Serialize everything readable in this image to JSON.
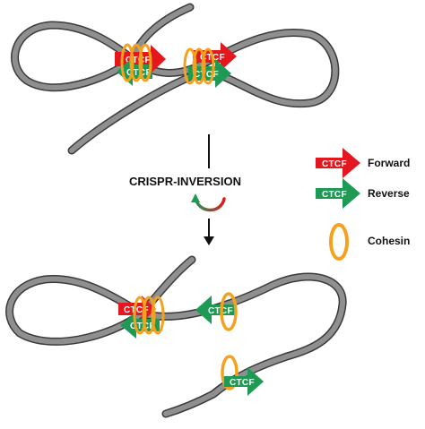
{
  "process": {
    "label": "CRISPR-INVERSION"
  },
  "legend": {
    "forward": {
      "arrow_text": "CTCF",
      "label": "Forward"
    },
    "reverse": {
      "arrow_text": "CTCF",
      "label": "Reverse"
    },
    "cohesin": {
      "label": "Cohesin"
    }
  },
  "motif_text": "CTCF",
  "colors": {
    "forward_red": "#e3171d",
    "reverse_green": "#1f9a55",
    "cohesin_orange": "#f4a21e",
    "chromatin_gray": "#8f8f8f",
    "chromatin_outline": "#3a3a3a",
    "arrow_black": "#111111"
  }
}
